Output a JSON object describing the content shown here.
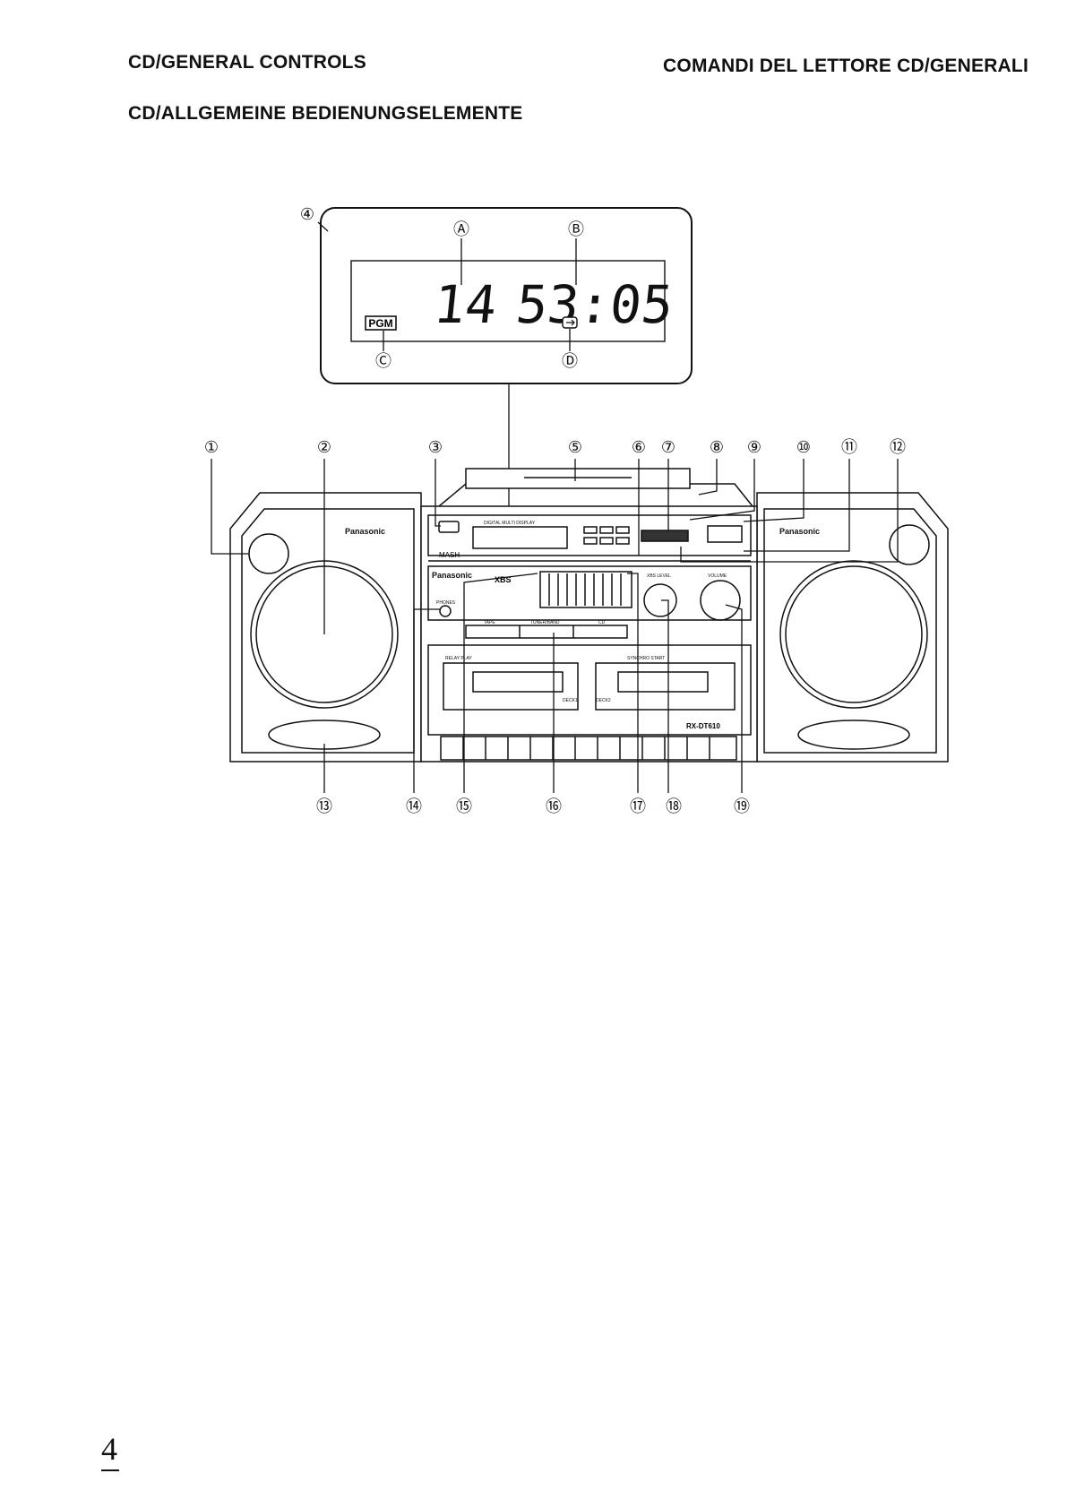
{
  "headings": {
    "english": "CD/GENERAL CONTROLS",
    "italian": "COMANDI DEL LETTORE CD/GENERALI",
    "german": "CD/ALLGEMEINE BEDIENUNGSELEMENTE"
  },
  "display_inset": {
    "track_number": "14",
    "time": "53:05",
    "pgm_indicator": "PGM",
    "letter_labels": [
      "Ⓐ",
      "Ⓑ",
      "Ⓒ",
      "Ⓓ"
    ]
  },
  "callouts": [
    "①",
    "②",
    "③",
    "④",
    "⑤",
    "⑥",
    "⑦",
    "⑧",
    "⑨",
    "⑩",
    "⑪",
    "⑫",
    "⑬",
    "⑭",
    "⑮",
    "⑯",
    "⑰",
    "⑱",
    "⑲"
  ],
  "unit_labels": {
    "brand": "Panasonic",
    "brand_right": "Panasonic",
    "brand_center": "Panasonic",
    "mash": "MASH",
    "xbs": "XBS",
    "model": "RX-DT610",
    "relay_play": "RELAY PLAY",
    "synchro_start": "SYNCHRO START",
    "deck1": "DECK1",
    "deck2": "DECK2",
    "volume": "VOLUME",
    "xbs_level": "XBS LEVEL",
    "phones": "PHONES",
    "tape": "TAPE",
    "tuner_band": "TUNER/BAND",
    "cd": "CD",
    "digital_multi_display": "DIGITAL MULTI DISPLAY"
  },
  "page_number": "4"
}
